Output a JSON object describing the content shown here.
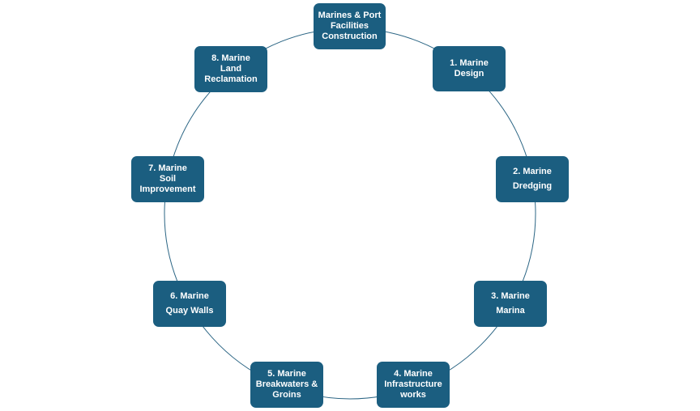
{
  "diagram": {
    "type": "cycle",
    "colors": {
      "node_fill": "#1b5e80",
      "node_text": "#ffffff",
      "ring": "#2b6584",
      "background": "#ffffff"
    },
    "nodes": [
      {
        "id": "center-top",
        "lines": [
          "Marines & Port",
          "Facilities",
          "Construction"
        ]
      },
      {
        "id": "1",
        "lines": [
          "1. Marine",
          "Design"
        ]
      },
      {
        "id": "2",
        "lines": [
          "2. Marine",
          "Dredging"
        ]
      },
      {
        "id": "3",
        "lines": [
          "3. Marine",
          "Marina"
        ]
      },
      {
        "id": "4",
        "lines": [
          "4. Marine",
          "Infrastructure",
          "works"
        ]
      },
      {
        "id": "5",
        "lines": [
          "5. Marine",
          "Breakwaters &",
          "Groins"
        ]
      },
      {
        "id": "6",
        "lines": [
          "6. Marine",
          "Quay Walls"
        ]
      },
      {
        "id": "7",
        "lines": [
          "7. Marine",
          "Soil",
          "Improvement"
        ]
      },
      {
        "id": "8",
        "lines": [
          "8. Marine",
          "Land",
          "Reclamation"
        ]
      }
    ]
  }
}
